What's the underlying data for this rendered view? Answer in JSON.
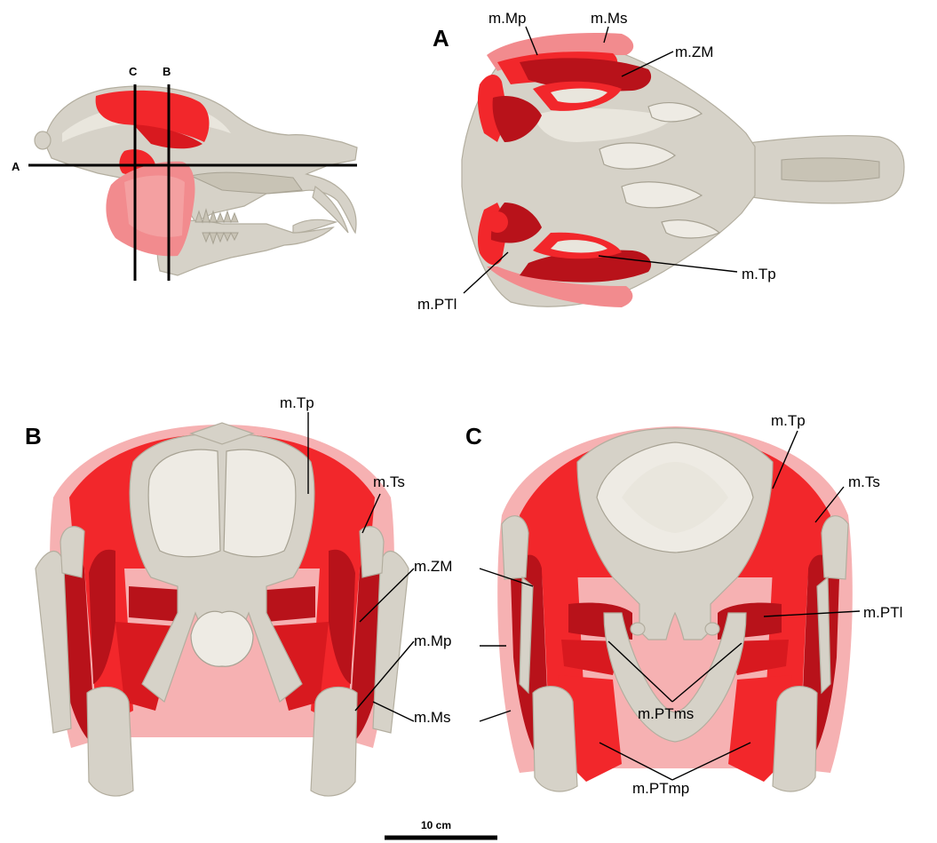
{
  "panels": {
    "A": "A",
    "B": "B",
    "C": "C"
  },
  "section_lines": {
    "A": "A",
    "B": "B",
    "C": "C"
  },
  "labels": {
    "top": {
      "mMp": "m.Mp",
      "mMs": "m.Ms",
      "mZM": "m.ZM",
      "mTp": "m.Tp",
      "mPTl": "m.PTl"
    },
    "B": {
      "mTp": "m.Tp",
      "mTs": "m.Ts",
      "mZM": "m.ZM",
      "mMp": "m.Mp",
      "mMs": "m.Ms"
    },
    "C": {
      "mTp": "m.Tp",
      "mTs": "m.Ts",
      "mPTl": "m.PTl",
      "mPTms": "m.PTms",
      "mPTmp": "m.PTmp"
    }
  },
  "scale_bar": {
    "label": "10 cm"
  },
  "colors": {
    "bone": "#d6d2c8",
    "muscle_red": "#f2272b",
    "muscle_dark_red": "#b8121a",
    "muscle_pink": "#f28b8e"
  }
}
